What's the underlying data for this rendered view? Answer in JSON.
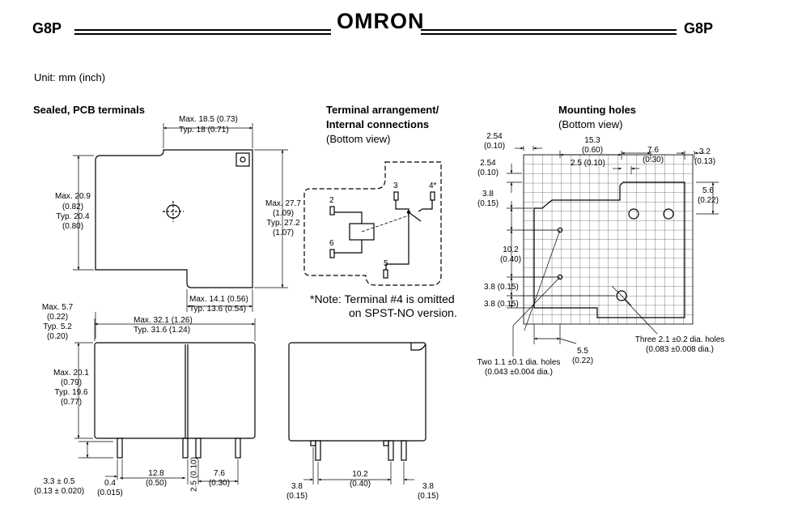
{
  "header": {
    "model_left": "G8P",
    "model_right": "G8P",
    "brand": "OMRON"
  },
  "unit": "Unit: mm (inch)",
  "pcb": {
    "title": "Sealed, PCB terminals",
    "top_width_max": "Max. 18.5 (0.73)",
    "top_width_typ": "Typ. 18 (0.71)",
    "left_height_1": "Max. 20.9",
    "left_height_2": "(0.82)",
    "left_height_3": "Typ. 20.4",
    "left_height_4": "(0.80)",
    "right_height_1": "Max. 27.7",
    "right_height_2": "(1.09)",
    "right_height_3": "Typ. 27.2",
    "right_height_4": "(1.07)",
    "bottom_width_max": "Max. 14.1 (0.56)",
    "bottom_width_typ": "Typ. 13.6 (0.54)",
    "thick_1": "Max. 5.7",
    "thick_2": "(0.22)",
    "thick_3": "Typ. 5.2",
    "thick_4": "(0.20)",
    "length_max": "Max. 32.1 (1.26)",
    "length_typ": "Typ. 31.6 (1.24)",
    "side_height_1": "Max. 20.1",
    "side_height_2": "(0.79)",
    "side_height_3": "Typ. 19.6",
    "side_height_4": "(0.77)",
    "pin_len_1": "3.3 ± 0.5",
    "pin_len_2": "(0.13 ± 0.020)",
    "pin_w_1": "0.4",
    "pin_w_2": "(0.015)",
    "pitch_a_1": "12.8",
    "pitch_a_2": "(0.50)",
    "pitch_b": "2.5 (0.10)",
    "pitch_c_1": "7.6",
    "pitch_c_2": "(0.30)"
  },
  "terminal": {
    "title_1": "Terminal arrangement/",
    "title_2": "Internal connections",
    "subtitle": "(Bottom view)",
    "pin_2": "2",
    "pin_6": "6",
    "pin_3": "3",
    "pin_4": "4*",
    "pin_5": "5",
    "note_1": "*Note:  Terminal #4 is omitted",
    "note_2": "on SPST-NO version."
  },
  "end_view": {
    "dim_left_1": "3.8",
    "dim_left_2": "(0.15)",
    "dim_mid_1": "10.2",
    "dim_mid_2": "(0.40)",
    "dim_right_1": "3.8",
    "dim_right_2": "(0.15)"
  },
  "mounting": {
    "title": "Mounting holes",
    "subtitle": "(Bottom view)",
    "d_254a_1": "2.54",
    "d_254a_2": "(0.10)",
    "d_153_1": "15.3",
    "d_153_2": "(0.60)",
    "d_76_1": "7.6",
    "d_76_2": "(0.30)",
    "d_32_1": "3.2",
    "d_32_2": "(0.13)",
    "d_25": "2.5 (0.10)",
    "d_254b_1": "2.54",
    "d_254b_2": "(0.10)",
    "d_38a_1": "3.8",
    "d_38a_2": "(0.15)",
    "d_56_1": "5.6",
    "d_56_2": "(0.22)",
    "d_102_1": "10.2",
    "d_102_2": "(0.40)",
    "d_38b": "3.8 (0.15)",
    "d_38c": "3.8 (0.15)",
    "d_55_1": "5.5",
    "d_55_2": "(0.22)",
    "holes_small_1": "Two 1.1 ±0.1 dia. holes",
    "holes_small_2": "(0.043 ±0.004 dia.)",
    "holes_large_1": "Three 2.1 ±0.2 dia. holes",
    "holes_large_2": "(0.083 ±0.008 dia.)"
  }
}
